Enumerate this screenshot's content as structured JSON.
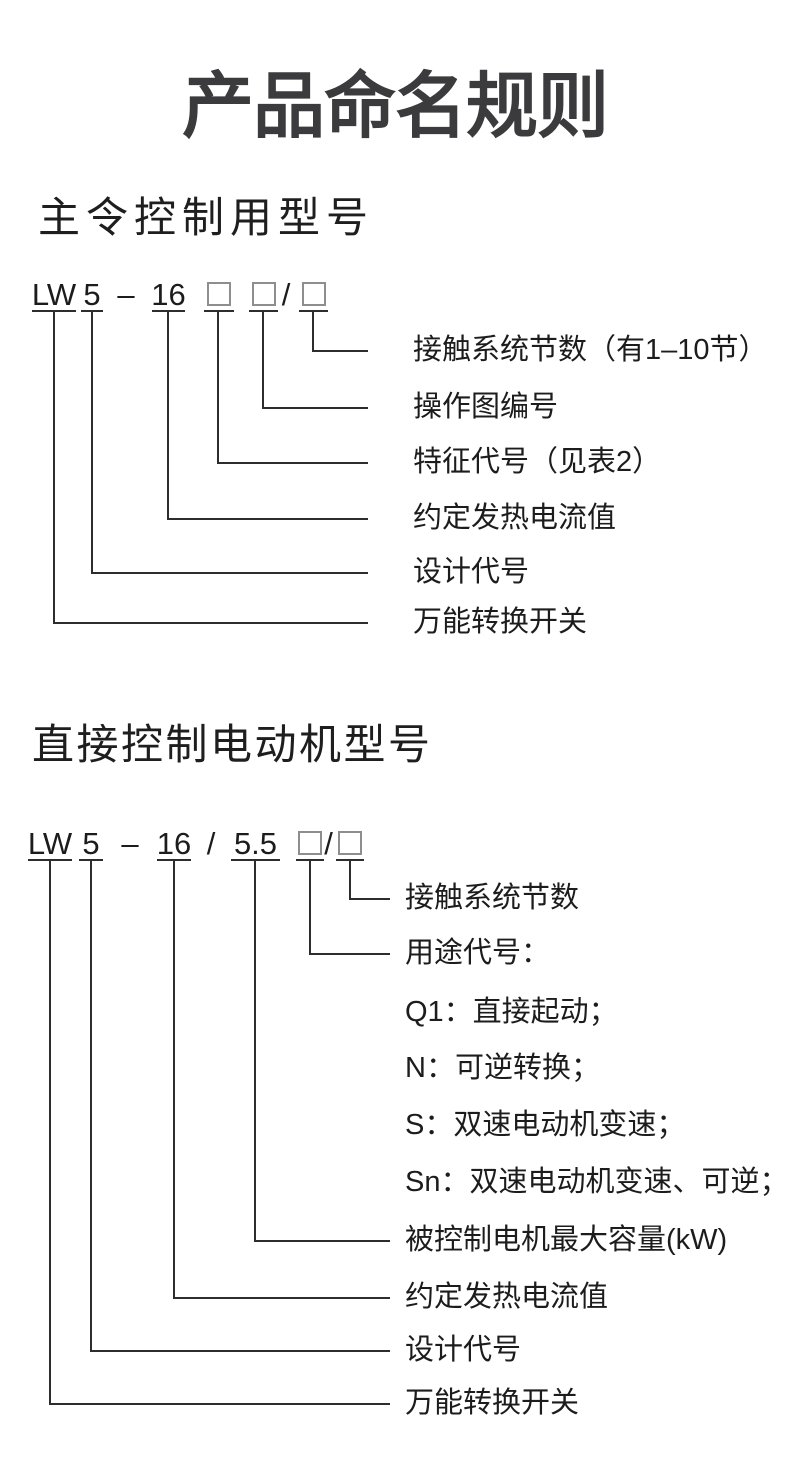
{
  "page": {
    "title": "产品命名规则"
  },
  "colors": {
    "text": "#1c1c1c",
    "title": "#3b3b3d",
    "connector_line": "#2d2d2d",
    "placeholder_box_border": "#8e8e8e",
    "background": "#ffffff"
  },
  "section1": {
    "heading": "主令控制用型号",
    "model": {
      "series": "LW",
      "design_code": "5",
      "dash": "–",
      "current_value": "16",
      "slash": "/"
    },
    "callouts": [
      "接触系统节数（有1–10节）",
      "操作图编号",
      "特征代号（见表2）",
      "约定发热电流值",
      "设计代号",
      "万能转换开关"
    ]
  },
  "section2": {
    "heading": "直接控制电动机型号",
    "model": {
      "series": "LW",
      "design_code": "5",
      "dash": "–",
      "current_value": "16",
      "slash1": "/",
      "motor_power": "5.5",
      "slash2": "/"
    },
    "callouts": [
      "接触系统节数",
      "用途代号：",
      "被控制电机最大容量(kW)",
      "约定发热电流值",
      "设计代号",
      "万能转换开关"
    ],
    "purpose_codes": [
      "Q1：直接起动；",
      "N：可逆转换；",
      "S：双速电动机变速；",
      "Sn：双速电动机变速、可逆；"
    ]
  }
}
